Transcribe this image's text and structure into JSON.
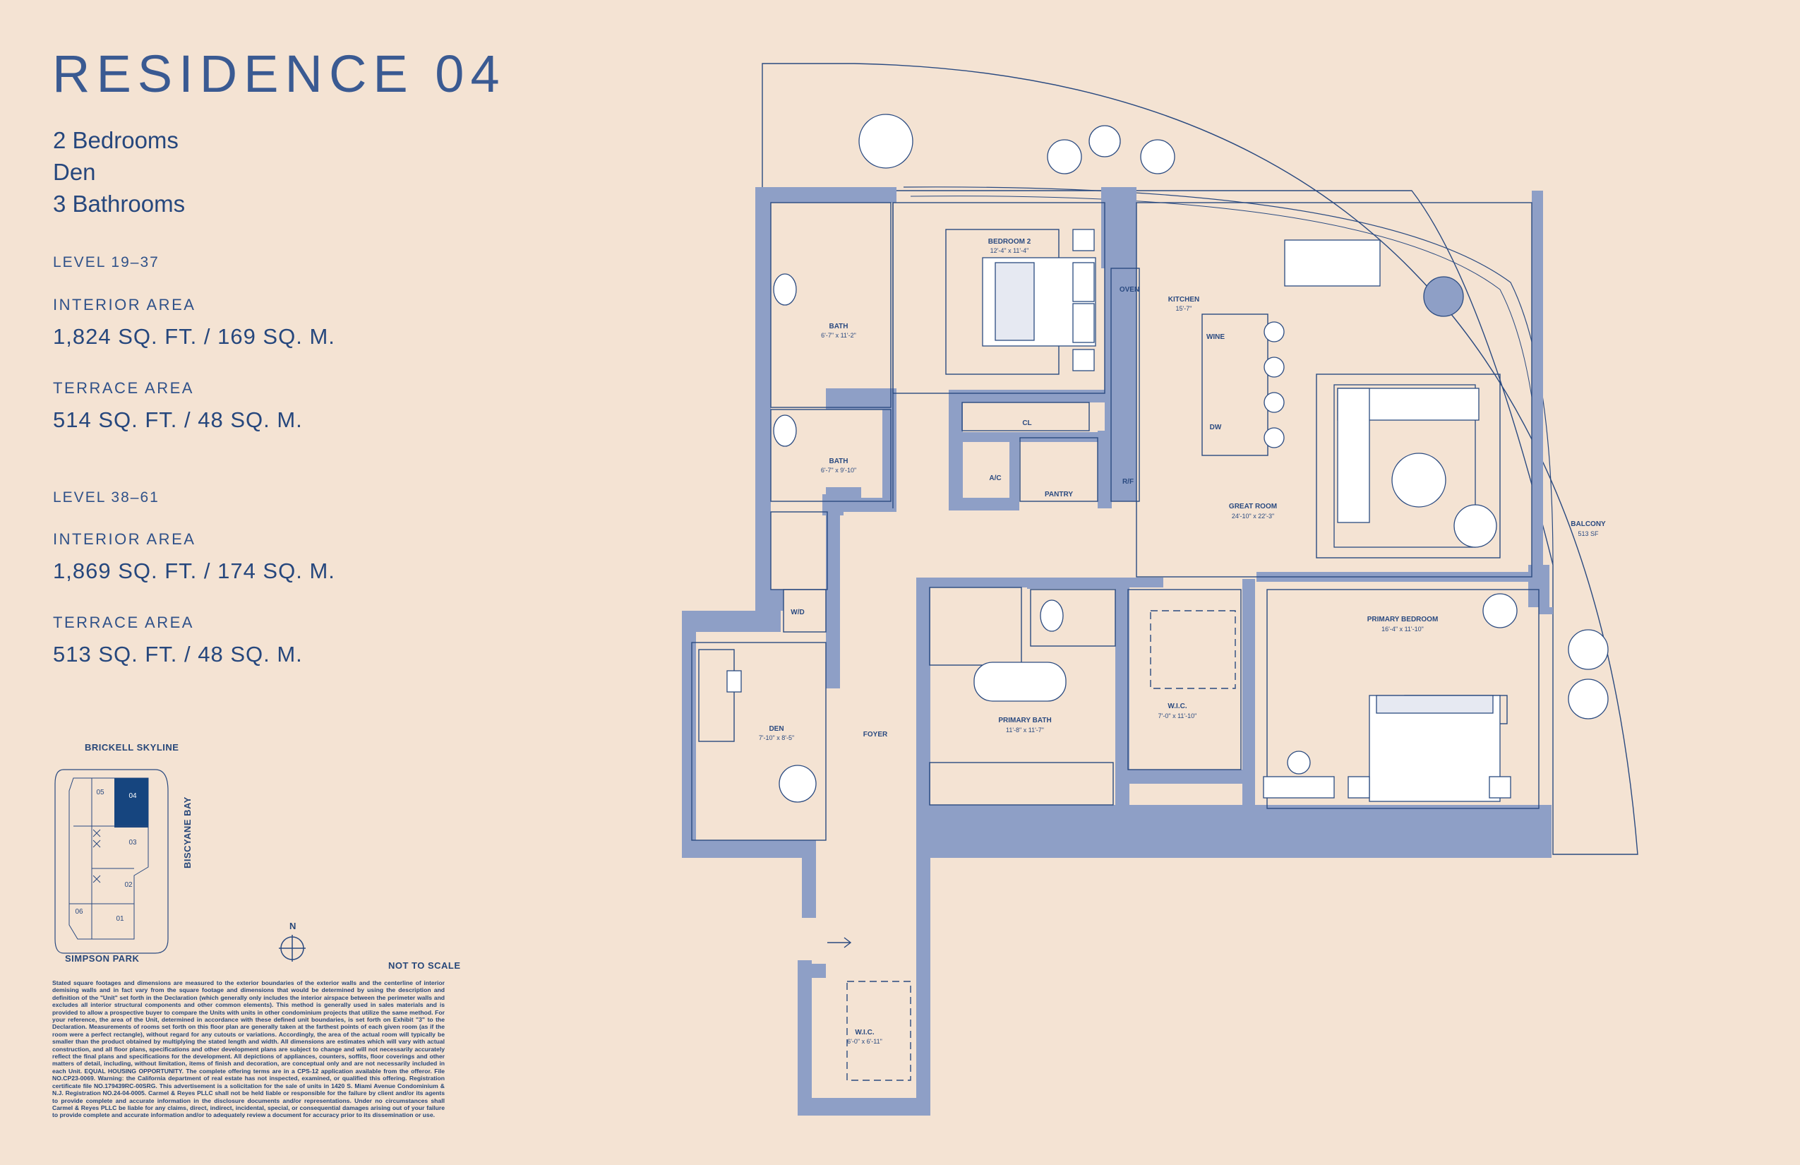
{
  "title": "RESIDENCE 04",
  "summary": [
    "2 Bedrooms",
    "Den",
    "3 Bathrooms"
  ],
  "levels": [
    {
      "level": "LEVEL 19–37",
      "interior_label": "INTERIOR AREA",
      "interior_value": "1,824 SQ. FT. / 169 SQ. M.",
      "terrace_label": "TERRACE AREA",
      "terrace_value": "514 SQ. FT. / 48 SQ. M."
    },
    {
      "level": "LEVEL 38–61",
      "interior_label": "INTERIOR AREA",
      "interior_value": "1,869 SQ. FT. / 174 SQ. M.",
      "terrace_label": "TERRACE AREA",
      "terrace_value": "513 SQ. FT. / 48 SQ. M."
    }
  ],
  "keyplan": {
    "top_label": "BRICKELL SKYLINE",
    "side_label": "BISCYANE BAY",
    "bottom_label": "SIMPSON PARK",
    "units": [
      "05",
      "04",
      "03",
      "02",
      "06",
      "01"
    ],
    "highlight": "04",
    "highlight_color": "#16457f"
  },
  "compass": "N",
  "scale_note": "NOT TO SCALE",
  "disclaimer": "Stated square footages and dimensions are measured to the exterior boundaries of the exterior walls and the centerline of interior demising walls and in fact vary from the square footage and dimensions that would be determined by using the description and definition of the \"Unit\" set forth in the Declaration (which generally only includes the interior airspace between the perimeter walls and excludes all interior structural components and other common elements). This method is generally used in sales materials and is provided to allow a prospective buyer to compare the Units with units in other condominium projects that utilize the same method. For your reference, the area of the Unit, determined in accordance with these defined unit boundaries, is set forth on Exhibit \"3\" to the Declaration. Measurements of rooms set forth on this floor plan are generally taken at the farthest points of each given room (as if the room were a perfect rectangle), without regard for any cutouts or variations. Accordingly, the area of the actual room will typically be smaller than the product obtained by multiplying the stated length and width. All dimensions are estimates which will vary with actual construction, and all floor plans, specifications and other development plans are subject to change and will not necessarily accurately reflect the final plans and specifications for the development. All depictions of appliances, counters, soffits, floor coverings and other matters of detail, including, without limitation, items of finish and decoration, are conceptual only and are not necessarily included in each Unit. EQUAL HOUSING OPPORTUNITY. The complete offering terms are in a CPS-12 application available from the offeror. File NO.CP23-0069. Warning: the California department of real estate has not inspected, examined, or qualified this offering. Registration certificate file NO.179439RC-00SRG. This advertisement is a solicitation for the sale of units in 1420 S. Miami Avenue Condominium & N.J. Registration NO.24-04-0005. Carmel & Reyes PLLC shall not be held liable or responsible for the failure by client and/or its agents to provide complete and accurate information in the disclosure documents and/or representations. Under no circumstances shall Carmel & Reyes PLLC be liable for any claims, direct, indirect, incidental, special, or consequential damages arising out of your failure to provide complete and accurate information and/or to adequately review a document for accuracy prior to its dissemination or use.",
  "rooms": {
    "bedroom2": {
      "name": "BEDROOM 2",
      "dim": "12'-4\" x 11'-4\""
    },
    "bath1": {
      "name": "BATH",
      "dim": "6'-7\" x 11'-2\""
    },
    "bath2": {
      "name": "BATH",
      "dim": "6'-7\" x 9'-10\""
    },
    "wd": {
      "name": "W/D"
    },
    "den": {
      "name": "DEN",
      "dim": "7'-10\" x 8'-5\""
    },
    "foyer": {
      "name": "FOYER"
    },
    "wic1": {
      "name": "W.I.C.",
      "dim": "6'-0\" x 6'-11\""
    },
    "cl": {
      "name": "CL"
    },
    "ac": {
      "name": "A/C"
    },
    "pantry": {
      "name": "PANTRY"
    },
    "oven": {
      "name": "OVEN"
    },
    "rf": {
      "name": "R/F"
    },
    "kitchen": {
      "name": "KITCHEN",
      "dim": "15'-7\""
    },
    "wine": {
      "name": "WINE"
    },
    "dw": {
      "name": "DW"
    },
    "great": {
      "name": "GREAT ROOM",
      "dim": "24'-10\" x 22'-3\""
    },
    "balcony": {
      "name": "BALCONY",
      "dim": "513 SF"
    },
    "pbath": {
      "name": "PRIMARY BATH",
      "dim": "11'-8\" x 11'-7\""
    },
    "wic2": {
      "name": "W.I.C.",
      "dim": "7'-0\" x 11'-10\""
    },
    "pbed": {
      "name": "PRIMARY BEDROOM",
      "dim": "16'-4\" x 11'-10\""
    }
  },
  "colors": {
    "background": "#f4e3d3",
    "wall": "#8e9fc6",
    "line": "#2a4a80",
    "furniture_fill": "#ffffff"
  }
}
